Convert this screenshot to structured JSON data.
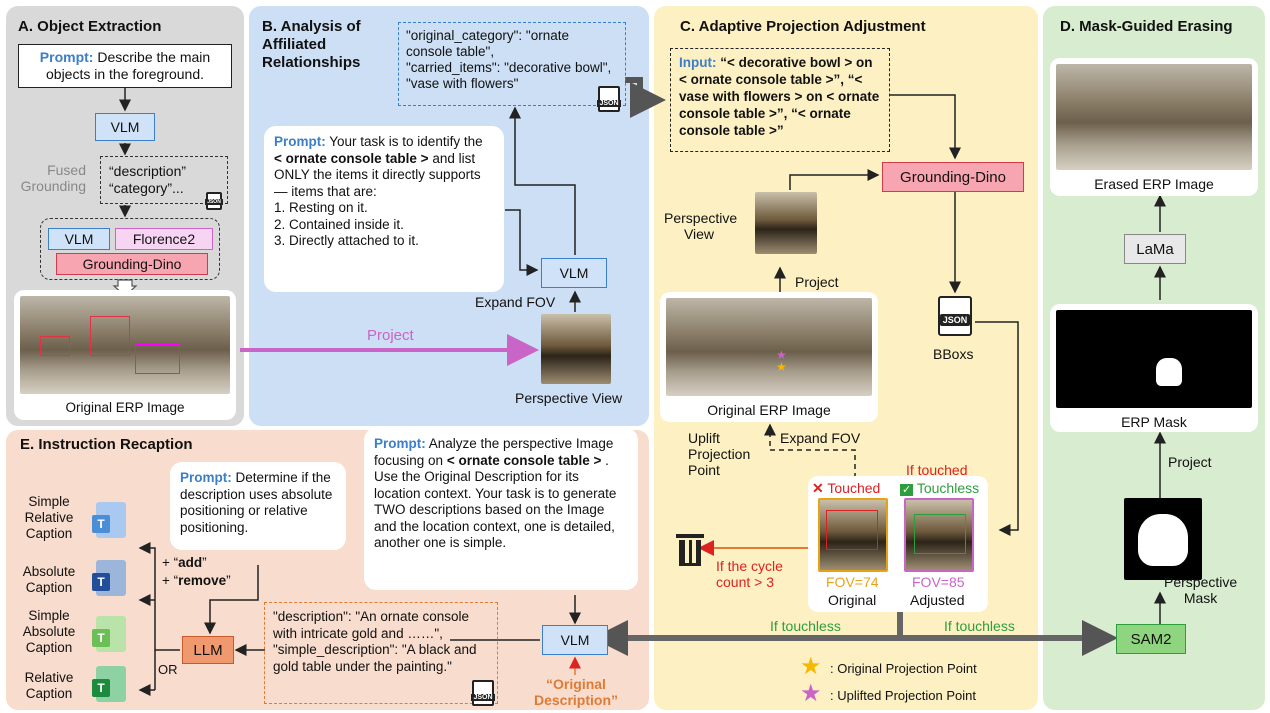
{
  "colors": {
    "panel_a": "#d9d9d9",
    "panel_b": "#cddff5",
    "panel_c": "#fdf1c4",
    "panel_d": "#d8ecd0",
    "panel_e": "#f8dccd",
    "vlm_fill": "#cfe2f7",
    "florence_fill": "#f7d4f2",
    "gdino_fill": "#f8a5b2",
    "llm_fill": "#f0986e",
    "sam_fill": "#8fd47e",
    "accent_blue": "#3b7ecb",
    "project_arrow": "#c865c6",
    "touched_red": "#e02020",
    "touchless_green": "#2e9e3c",
    "orange": "#e07b36"
  },
  "panel_a": {
    "title": "A. Object Extraction",
    "prompt_label": "Prompt:",
    "prompt_text": " Describe the main objects in the foreground.",
    "vlm": "VLM",
    "fused_grounding": "Fused\nGrounding",
    "desc_line1": "“description”",
    "desc_line2": "“category”...",
    "json": "JSON",
    "vlm2": "VLM",
    "florence": "Florence2",
    "gdino": "Grounding-Dino",
    "caption": "Original ERP Image"
  },
  "panel_b": {
    "title_line1": "B. Analysis of",
    "title_line2": "Affiliated",
    "title_line3": "Relationships",
    "json_text": "\"original_category\": \"ornate console table\",\n\"carried_items\": \"decorative bowl\", \"vase with flowers\"",
    "json": "JSON",
    "prompt_label": "Prompt:",
    "prompt_text_1": " Your task is to identify the ",
    "prompt_bold": "< ornate console table >",
    "prompt_text_2": " and list ONLY the items it directly supports — items that are:",
    "list": [
      "1. Resting on it.",
      "2. Contained inside it.",
      "3. Directly attached to it."
    ],
    "vlm": "VLM",
    "expand_fov": "Expand FOV",
    "project": "Project",
    "caption": "Perspective View"
  },
  "panel_c": {
    "title": "C. Adaptive Projection Adjustment",
    "input_label": "Input:",
    "input_text": " “< decorative bowl > on < ornate console table >”, “< vase with flowers > on < ornate console table >”, “< ornate console table >”",
    "gdino": "Grounding-Dino",
    "perspective_view": "Perspective\nView",
    "project": "Project",
    "json": "JSON",
    "bboxs": "BBoxs",
    "erp_caption": "Original ERP Image",
    "uplift": "Uplift\nProjection\nPoint",
    "expand_fov": "Expand FOV",
    "if_touched": "If touched",
    "touched": "Touched",
    "touchless": "Touchless",
    "fov_original": "FOV=74",
    "fov_adjusted": "FOV=85",
    "original": "Original",
    "adjusted": "Adjusted",
    "cycle": "If the cycle\ncount > 3",
    "if_touchless_left": "If touchless",
    "if_touchless_right": "If touchless",
    "legend_original": ": Original Projection Point",
    "legend_uplifted": ": Uplifted Projection Point"
  },
  "panel_d": {
    "title": "D. Mask-Guided Erasing",
    "erased_caption": "Erased ERP Image",
    "lama": "LaMa",
    "erp_mask": "ERP Mask",
    "project": "Project",
    "perspective_mask": "Perspective\nMask",
    "sam2": "SAM2"
  },
  "panel_e": {
    "title": "E. Instruction Recaption",
    "prompt1_label": "Prompt:",
    "prompt1_text": " Determine if the description uses absolute positioning or relative positioning.",
    "add": "+ “",
    "add_bold": "add",
    "remove": "+ “",
    "remove_bold": "remove",
    "captions": [
      "Simple\nRelative\nCaption",
      "Absolute\nCaption",
      "Simple\nAbsolute\nCaption",
      "Relative\nCaption"
    ],
    "or": "OR",
    "llm": "LLM",
    "prompt2_label": "Prompt:",
    "prompt2_text_1": " Analyze the perspective Image focusing on ",
    "prompt2_bold": "< ornate console table >",
    "prompt2_text_2": " . Use the Original Description for its location context. Your task is to generate TWO descriptions based on the Image and the location context, one is detailed, another one is simple.",
    "desc_json": "\"description\": \"An ornate console with intricate gold and ……\", \"simple_description\": \"A black and gold table under the painting.\"",
    "json": "JSON",
    "vlm": "VLM",
    "original_description": "“Original\nDescription”"
  }
}
